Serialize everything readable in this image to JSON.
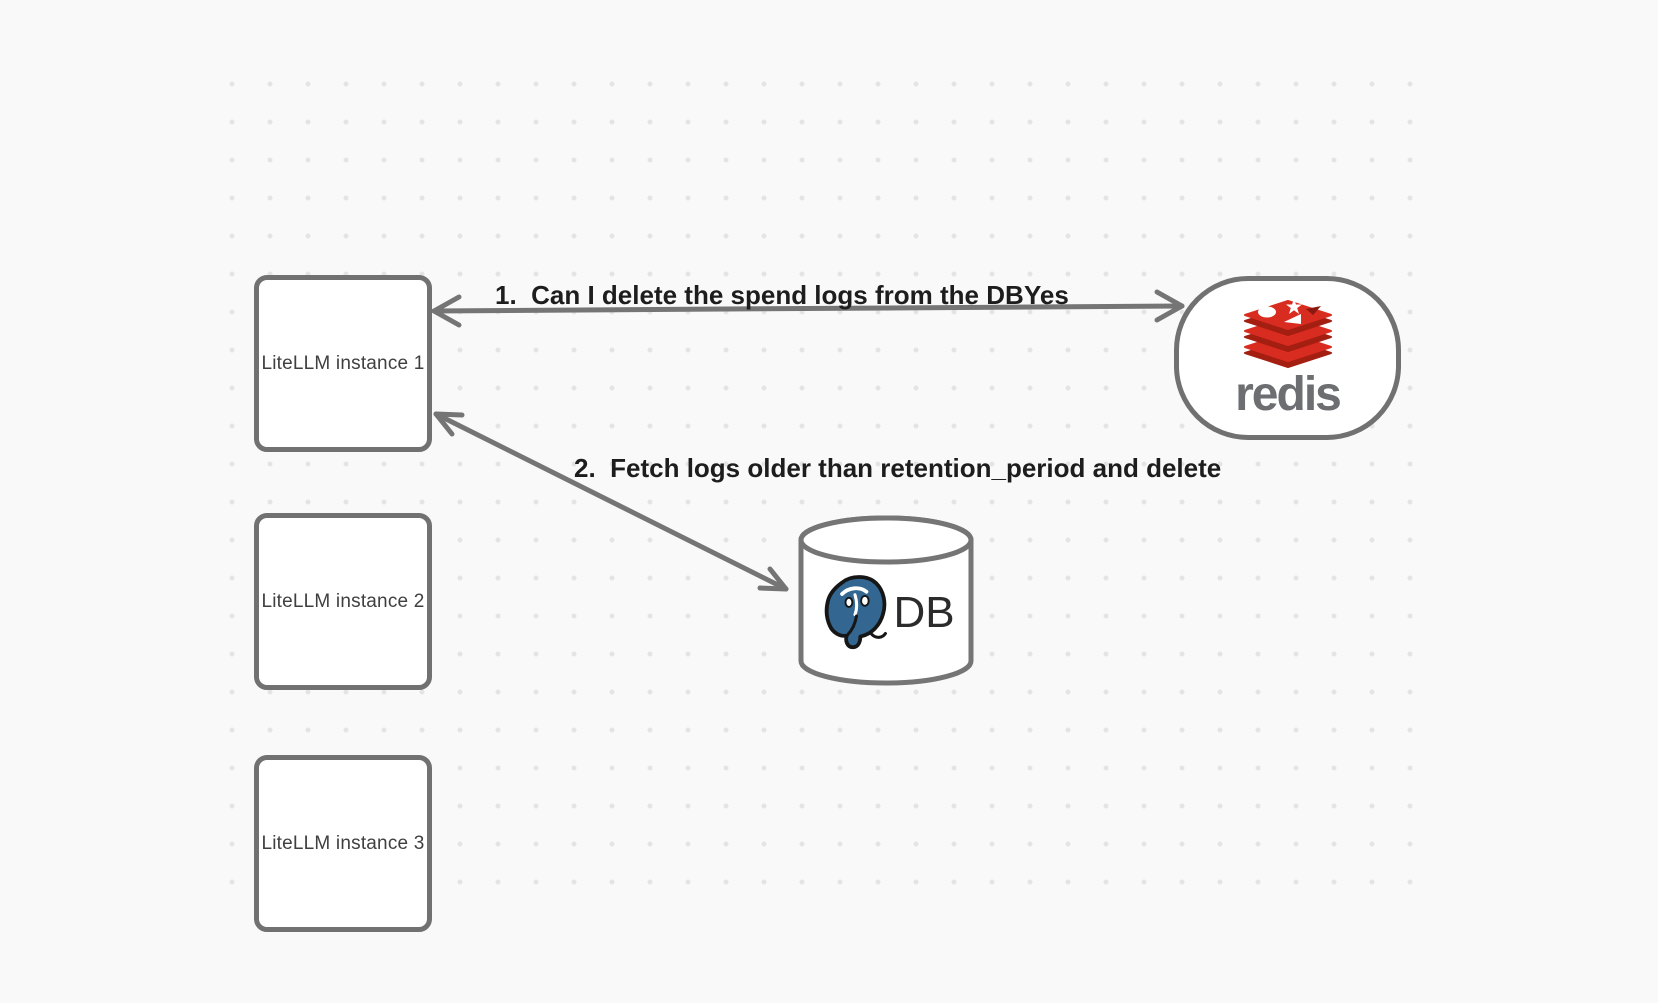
{
  "canvas": {
    "background_color": "#f9f9f9",
    "dot_color": "#e5e4e2",
    "stroke_color": "#757575"
  },
  "nodes": {
    "instances": [
      {
        "label": "LiteLLM instance 1"
      },
      {
        "label": "LiteLLM instance 2"
      },
      {
        "label": "LiteLLM instance 3"
      }
    ],
    "redis": {
      "wordmark": "redis",
      "logo_red": "#d82c20",
      "logo_dark_red": "#a41e11",
      "wordmark_color": "#6d6e71"
    },
    "database": {
      "label": "DB",
      "postgres_blue": "#336791"
    }
  },
  "edges": {
    "redis_question": {
      "label": "1.  Can I delete the spend logs from the DB",
      "reply": "Yes"
    },
    "db_fetch": {
      "label": "2.  Fetch logs older than retention_period and delete"
    }
  }
}
